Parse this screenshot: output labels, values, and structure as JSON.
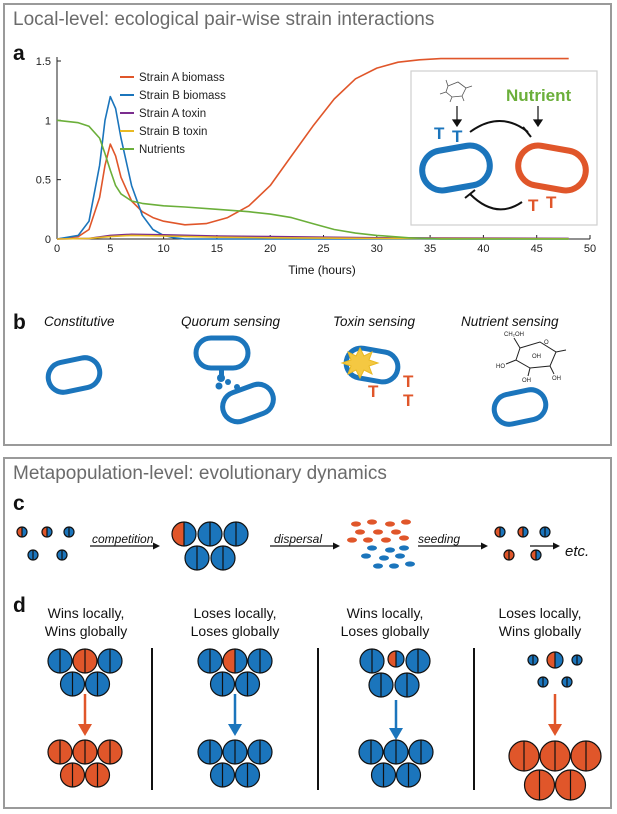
{
  "top_panel": {
    "title": "Local-level: ecological pair-wise strain interactions",
    "a_letter": "a",
    "b_letter": "b",
    "inset": {
      "nutrient_label": "Nutrient",
      "toxin_glyph": "T",
      "colors": {
        "strain_a": "#E0562A",
        "strain_b": "#1B75BC",
        "nutrient": "#6BAF3A",
        "inhibit": "#222222"
      }
    },
    "b_labels": [
      "Constitutive",
      "Quorum sensing",
      "Toxin sensing",
      "Nutrient sensing"
    ],
    "molecule_labels": [
      "CH₂OH",
      "OH",
      "OH",
      "HO",
      "OH",
      "O"
    ]
  },
  "chart_data": {
    "type": "line",
    "xlabel": "Time (hours)",
    "ylabel": "",
    "xlim": [
      0,
      50
    ],
    "ylim": [
      0,
      1.5
    ],
    "x_ticks": [
      0,
      5,
      10,
      15,
      20,
      25,
      30,
      35,
      40,
      45,
      50
    ],
    "y_ticks": [
      0,
      0.5,
      1,
      1.5
    ],
    "legend_position": "top-left",
    "series": [
      {
        "name": "Strain A biomass",
        "color": "#E0562A",
        "x": [
          0,
          2,
          3,
          4,
          4.5,
          5,
          5.5,
          6,
          7,
          8,
          9,
          10,
          12,
          14,
          16,
          18,
          20,
          22,
          24,
          26,
          28,
          30,
          32,
          34,
          36,
          38,
          40,
          45,
          48
        ],
        "y": [
          0,
          0.02,
          0.08,
          0.35,
          0.62,
          0.8,
          0.7,
          0.52,
          0.32,
          0.23,
          0.18,
          0.15,
          0.12,
          0.13,
          0.18,
          0.28,
          0.45,
          0.7,
          0.95,
          1.18,
          1.35,
          1.44,
          1.49,
          1.51,
          1.52,
          1.52,
          1.52,
          1.52,
          1.52
        ]
      },
      {
        "name": "Strain B biomass",
        "color": "#1B75BC",
        "x": [
          0,
          2,
          3,
          4,
          4.5,
          5,
          5.5,
          6,
          7,
          8,
          9,
          10,
          11,
          12,
          48
        ],
        "y": [
          0,
          0.03,
          0.15,
          0.62,
          1.0,
          1.2,
          1.1,
          0.85,
          0.45,
          0.2,
          0.08,
          0.03,
          0.01,
          0,
          0
        ]
      },
      {
        "name": "Strain A toxin",
        "color": "#7B2D8E",
        "x": [
          0,
          3,
          5,
          7,
          10,
          15,
          20,
          25,
          30,
          48
        ],
        "y": [
          0,
          0.005,
          0.03,
          0.04,
          0.035,
          0.025,
          0.02,
          0.015,
          0.01,
          0.005
        ]
      },
      {
        "name": "Strain B toxin",
        "color": "#E8B923",
        "x": [
          0,
          3,
          5,
          7,
          10,
          15,
          20,
          25,
          30,
          48
        ],
        "y": [
          0,
          0.005,
          0.02,
          0.03,
          0.025,
          0.015,
          0.01,
          0.008,
          0.005,
          0.002
        ]
      },
      {
        "name": "Nutrients",
        "color": "#6BAF3A",
        "x": [
          0,
          2,
          3,
          4,
          4.5,
          5,
          5.5,
          6,
          7,
          8,
          10,
          12,
          15,
          18,
          20,
          22,
          24,
          26,
          28,
          30,
          33,
          36,
          40,
          48
        ],
        "y": [
          1.0,
          0.98,
          0.95,
          0.85,
          0.72,
          0.58,
          0.45,
          0.38,
          0.32,
          0.3,
          0.28,
          0.27,
          0.25,
          0.23,
          0.21,
          0.18,
          0.13,
          0.08,
          0.05,
          0.03,
          0.01,
          0,
          0,
          0
        ]
      }
    ]
  },
  "bottom_panel": {
    "title": "Metapopulation-level: evolutionary dynamics",
    "c_letter": "c",
    "d_letter": "d",
    "steps": [
      "competition",
      "dispersal",
      "seeding",
      "etc."
    ],
    "cases": [
      {
        "line1": "Wins locally,",
        "line2": "Wins globally"
      },
      {
        "line1": "Loses locally,",
        "line2": "Loses globally"
      },
      {
        "line1": "Wins locally,",
        "line2": "Loses globally"
      },
      {
        "line1": "Loses locally,",
        "line2": "Wins globally"
      }
    ],
    "colors": {
      "red": "#E0562A",
      "blue": "#1B75BC",
      "arrow_red": "#E0562A",
      "arrow_blue": "#1B75BC"
    }
  }
}
